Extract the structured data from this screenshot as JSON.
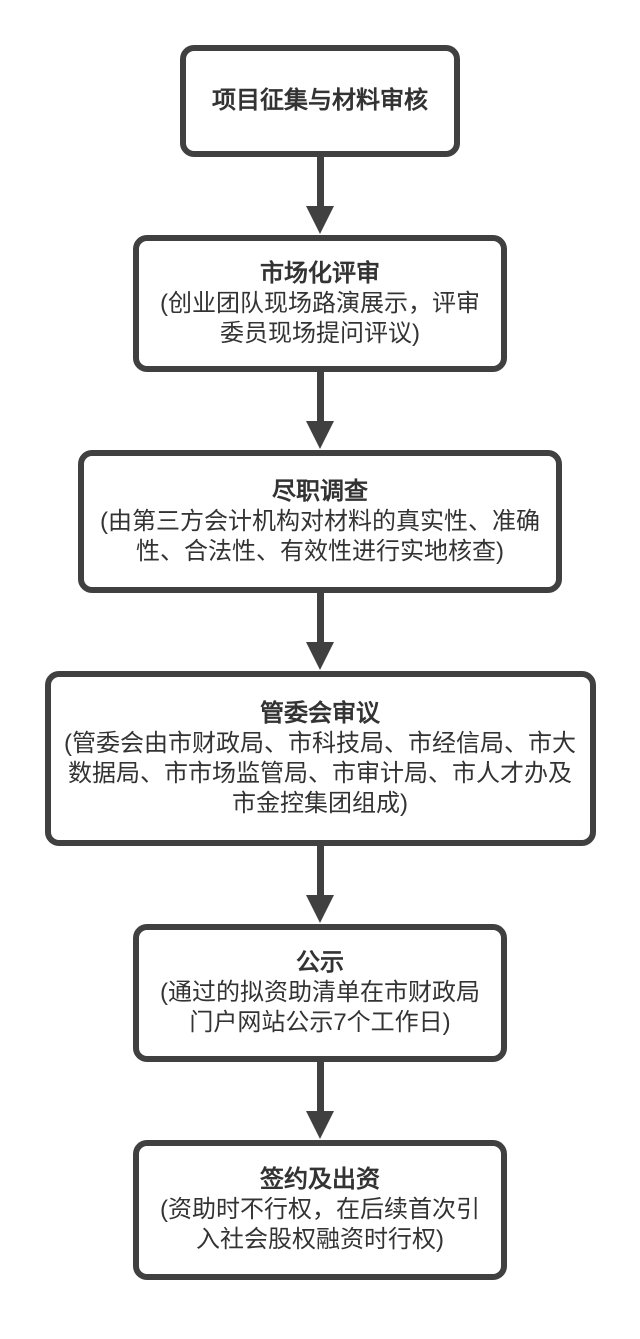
{
  "flowchart": {
    "stroke_color": "#404040",
    "text_color": "#333333",
    "background": "#ffffff",
    "steps": [
      {
        "title": "项目征集与材料审核",
        "description": ""
      },
      {
        "title": "市场化评审",
        "description": "(创业团队现场路演展示，评审委员现场提问评议)"
      },
      {
        "title": "尽职调查",
        "description": "(由第三方会计机构对材料的真实性、准确性、合法性、有效性进行实地核查)"
      },
      {
        "title": "管委会审议",
        "description": "(管委会由市财政局、市科技局、市经信局、市大数据局、市市场监管局、市审计局、市人才办及市金控集团组成)"
      },
      {
        "title": "公示",
        "description": "(通过的拟资助清单在市财政局门户网站公示7个工作日)"
      },
      {
        "title": "签约及出资",
        "description": "(资助时不行权，在后续首次引入社会股权融资时行权)"
      }
    ]
  }
}
